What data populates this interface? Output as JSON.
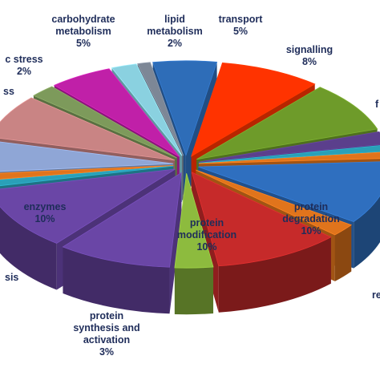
{
  "chart_data": {
    "type": "pie",
    "title": "",
    "slices": [
      {
        "name": "transport",
        "label": [
          "transport",
          "5%"
        ],
        "value": 5,
        "color": "#2e6db8"
      },
      {
        "name": "signalling",
        "label": [
          "signalling",
          "8%"
        ],
        "value": 8,
        "color": "#ff3300"
      },
      {
        "name": "unlabeled-green",
        "label": [],
        "value": 8,
        "color": "#6e9b2a"
      },
      {
        "name": "unlabeled-purple",
        "label": [],
        "value": 2,
        "color": "#5b3f8c"
      },
      {
        "name": "unlabeled-teal",
        "label": [],
        "value": 1,
        "color": "#2aa0b8"
      },
      {
        "name": "unlabeled-orange",
        "label": [],
        "value": 1,
        "color": "#e0741c"
      },
      {
        "name": "protein-degradation",
        "label": [
          "protein",
          "degradation",
          "10%"
        ],
        "value": 10,
        "color": "#2f6fbf"
      },
      {
        "name": "unlabeled-orange-right",
        "label": [],
        "value": 2,
        "color": "#e0741c"
      },
      {
        "name": "protein-modification",
        "label": [
          "protein",
          "modification",
          "10%"
        ],
        "value": 10,
        "color": "#c62a2a"
      },
      {
        "name": "protein-synthesis",
        "label": [
          "protein",
          "synthesis and",
          "activation",
          "3%"
        ],
        "value": 3,
        "color": "#8dbb3e"
      },
      {
        "name": "cut-off-lower-left",
        "label": [
          "sis"
        ],
        "value": 9,
        "color": "#6a46a6"
      },
      {
        "name": "enzymes",
        "label": [
          "enzymes",
          "10%"
        ],
        "value": 10,
        "color": "#6a46a6"
      },
      {
        "name": "unlabeled-teal-left",
        "label": [],
        "value": 1,
        "color": "#2aa0b8"
      },
      {
        "name": "unlabeled-orange-left",
        "label": [],
        "value": 1,
        "color": "#e0741c"
      },
      {
        "name": "unlabeled-lightblue",
        "label": [],
        "value": 5,
        "color": "#8fa6d6"
      },
      {
        "name": "cut-off-left",
        "label": [
          "ss"
        ],
        "value": 7,
        "color": "#c98484"
      },
      {
        "name": "abiotic-stress",
        "label": [
          "c stress",
          "2%"
        ],
        "value": 2,
        "color": "#7d9a5b"
      },
      {
        "name": "carbohydrate-metabolism",
        "label": [
          "carbohydrate",
          "metabolism",
          "5%"
        ],
        "value": 5,
        "color": "#c020a8"
      },
      {
        "name": "lipid-metabolism",
        "label": [
          "lipid",
          "metabolism",
          "2%"
        ],
        "value": 2,
        "color": "#8ad1e0"
      },
      {
        "name": "unlabeled-slate",
        "label": [],
        "value": 1,
        "color": "#7d8796"
      }
    ],
    "edge_labels": [
      {
        "name": "cut-off-right-top",
        "text": "f"
      },
      {
        "name": "cut-off-right-bottom",
        "text": "re"
      }
    ],
    "legend": "none",
    "style": "3d-exploded"
  }
}
